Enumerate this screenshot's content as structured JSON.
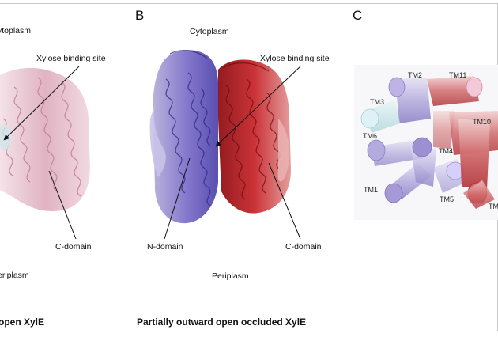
{
  "panels": {
    "a": {
      "top_label": "ytoplasm",
      "binding_label": "Xylose binding site",
      "c_domain_label": "C-domain",
      "bottom_label": "eriplasm",
      "caption": "open XylE"
    },
    "b": {
      "letter": "B",
      "top_label": "Cytoplasm",
      "binding_label": "Xylose binding site",
      "n_domain_label": "N-domain",
      "c_domain_label": "C-domain",
      "bottom_label": "Periplasm",
      "caption": "Partially outward open occluded XylE"
    },
    "c": {
      "letter": "C",
      "helices": [
        "TM2",
        "TM11",
        "TM3",
        "TM10",
        "TM6",
        "TM4",
        "TM1",
        "TM5",
        "TM"
      ]
    }
  },
  "colors": {
    "n_domain": "#6a5fbf",
    "c_domain": "#b81e22",
    "a_protein": "#e3b6c4"
  }
}
